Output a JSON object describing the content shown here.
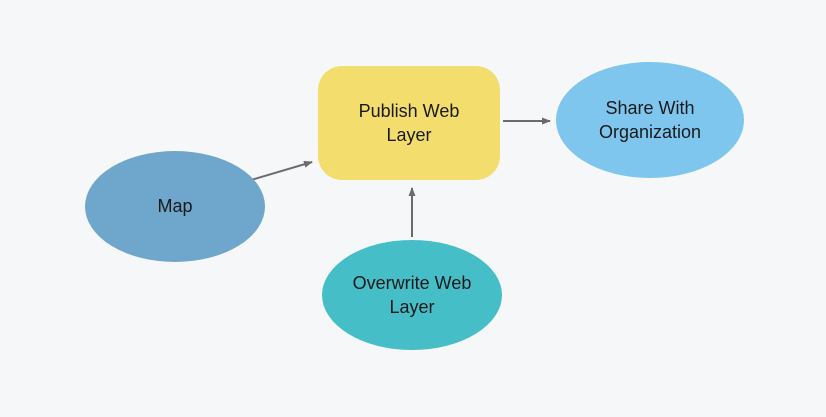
{
  "diagram": {
    "background_color": "#f6f7f8",
    "arrow_color": "#6b6b6b",
    "text_color": "#1a1a1a",
    "nodes": {
      "map": {
        "label": "Map",
        "shape": "ellipse",
        "fill_color": "#6ea7cb"
      },
      "publish_web_layer": {
        "label": "Publish Web Layer",
        "shape": "rounded-rectangle",
        "fill_color": "#f3dd6d"
      },
      "share_with_organization": {
        "label": "Share With Organization",
        "shape": "ellipse",
        "fill_color": "#7fc6ef"
      },
      "overwrite_web_layer": {
        "label": "Overwrite Web Layer",
        "shape": "ellipse",
        "fill_color": "#46bec8"
      }
    },
    "edges": [
      {
        "from": "map",
        "to": "publish_web_layer"
      },
      {
        "from": "overwrite_web_layer",
        "to": "publish_web_layer"
      },
      {
        "from": "publish_web_layer",
        "to": "share_with_organization"
      }
    ]
  }
}
